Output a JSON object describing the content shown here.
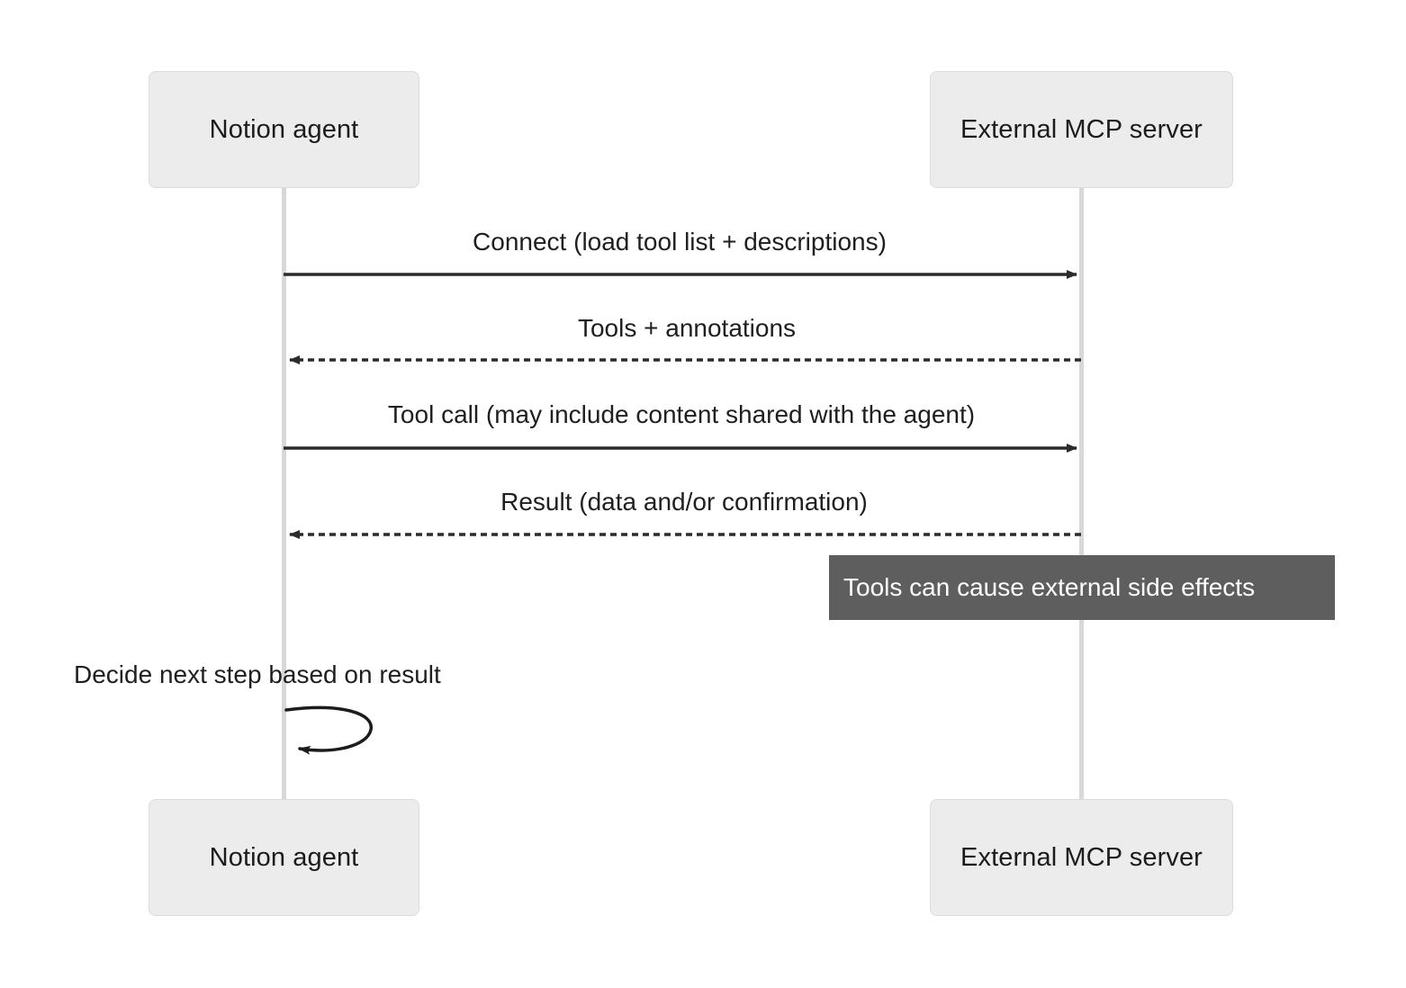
{
  "diagram": {
    "type": "sequence-diagram",
    "background_color": "#ffffff",
    "participants": [
      {
        "id": "notion-agent",
        "label": "Notion agent"
      },
      {
        "id": "external-mcp-server",
        "label": "External MCP server"
      }
    ],
    "messages": [
      {
        "id": "connect",
        "label": "Connect (load tool list + descriptions)",
        "from": "notion-agent",
        "to": "external-mcp-server",
        "line": "solid",
        "arrow": "filled",
        "direction": "right"
      },
      {
        "id": "tools-annotations",
        "label": "Tools + annotations",
        "from": "external-mcp-server",
        "to": "notion-agent",
        "line": "dashed",
        "arrow": "filled",
        "direction": "left"
      },
      {
        "id": "tool-call",
        "label": "Tool call (may include content shared with the agent)",
        "from": "notion-agent",
        "to": "external-mcp-server",
        "line": "solid",
        "arrow": "filled",
        "direction": "right"
      },
      {
        "id": "result",
        "label": "Result (data and/or confirmation)",
        "from": "external-mcp-server",
        "to": "notion-agent",
        "line": "dashed",
        "arrow": "filled",
        "direction": "left"
      }
    ],
    "note": {
      "id": "side-effects-note",
      "label": "Tools can cause external side effects",
      "over": "external-mcp-server",
      "background_color": "#5e5e5e",
      "text_color": "#ffffff"
    },
    "self_message": {
      "id": "decide-next-step",
      "label": "Decide next step based on result",
      "on": "notion-agent",
      "line": "solid",
      "arrow": "filled"
    },
    "colors": {
      "participant_fill": "#ececec",
      "participant_border": "#dcdcdc",
      "lifeline": "#d8d8d8",
      "arrow": "#2b2b2b",
      "text": "#1f1f1f"
    }
  }
}
